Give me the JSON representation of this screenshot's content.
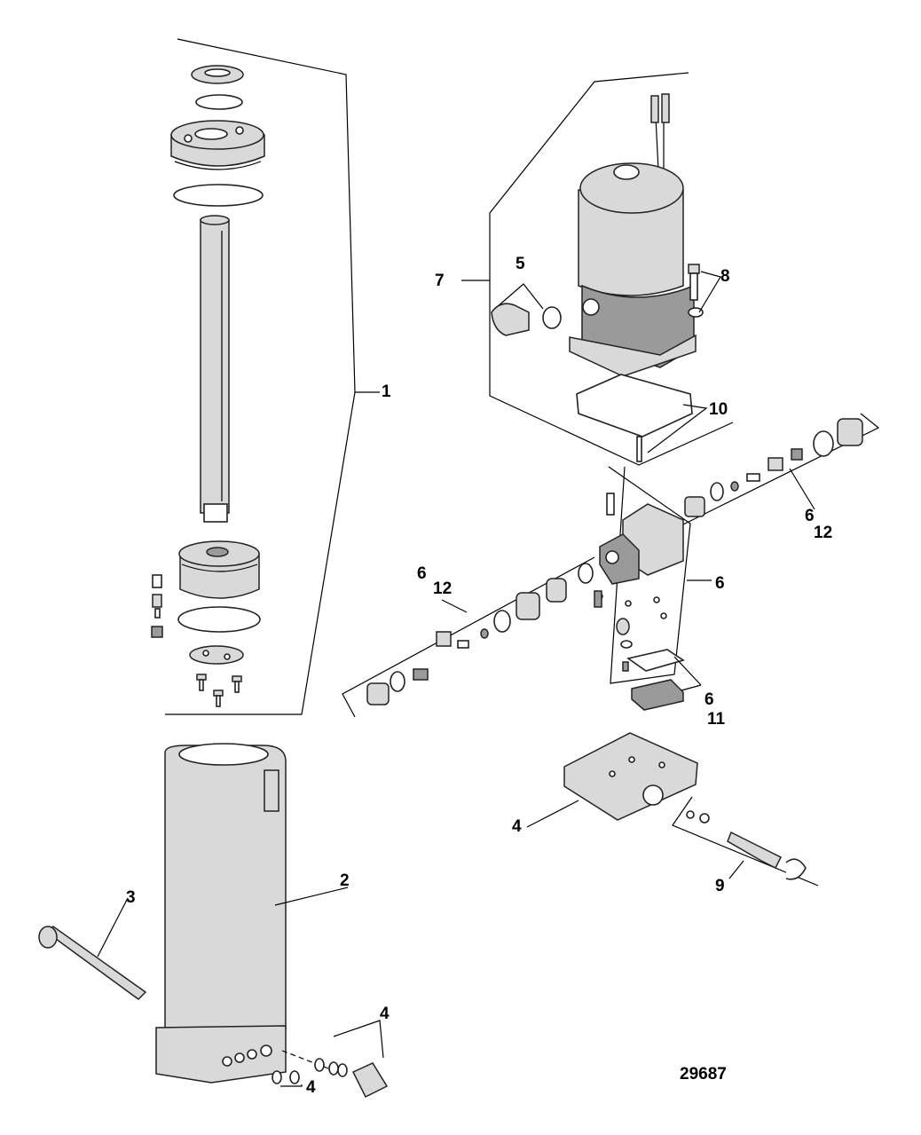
{
  "drawing_number": "29687",
  "callouts": {
    "c1": "1",
    "c2": "2",
    "c3": "3",
    "c4a": "4",
    "c4b": "4",
    "c4c": "4",
    "c5": "5",
    "c6a": "6",
    "c6b": "6",
    "c6c": "6",
    "c6d": "6",
    "c7": "7",
    "c8": "8",
    "c9": "9",
    "c10": "10",
    "c11": "11",
    "c12a": "12",
    "c12b": "12"
  }
}
